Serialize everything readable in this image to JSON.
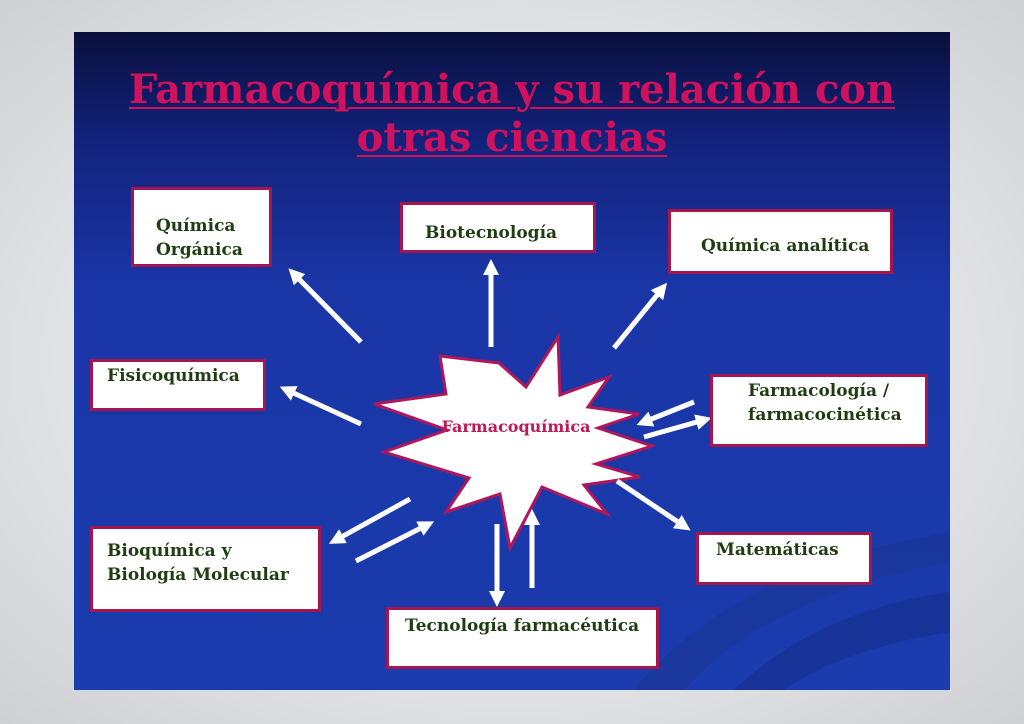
{
  "slide": {
    "title_line1": "Farmacoquímica y su relación con",
    "title_line2": "otras ciencias",
    "center": "Farmacoquímica",
    "boxes": {
      "quimica_organica": "Química\nOrgánica",
      "biotecnologia": "Biotecnología",
      "quimica_analitica": "Química analítica",
      "fisicoquimica": "Fisicoquímica",
      "farmacologia": "Farmacología /\nfarmacocinética",
      "bioquimica": "Bioquímica y\nBiología Molecular",
      "matematicas": "Matemáticas",
      "tecnologia": "Tecnología farmacéutica"
    }
  },
  "colors": {
    "title": "#d0125e",
    "box_border": "#a5164f",
    "box_text": "#1f3d11",
    "arrows": "#ffffff",
    "background_top": "#0a0f3c",
    "background_bottom": "#1a3cae"
  }
}
